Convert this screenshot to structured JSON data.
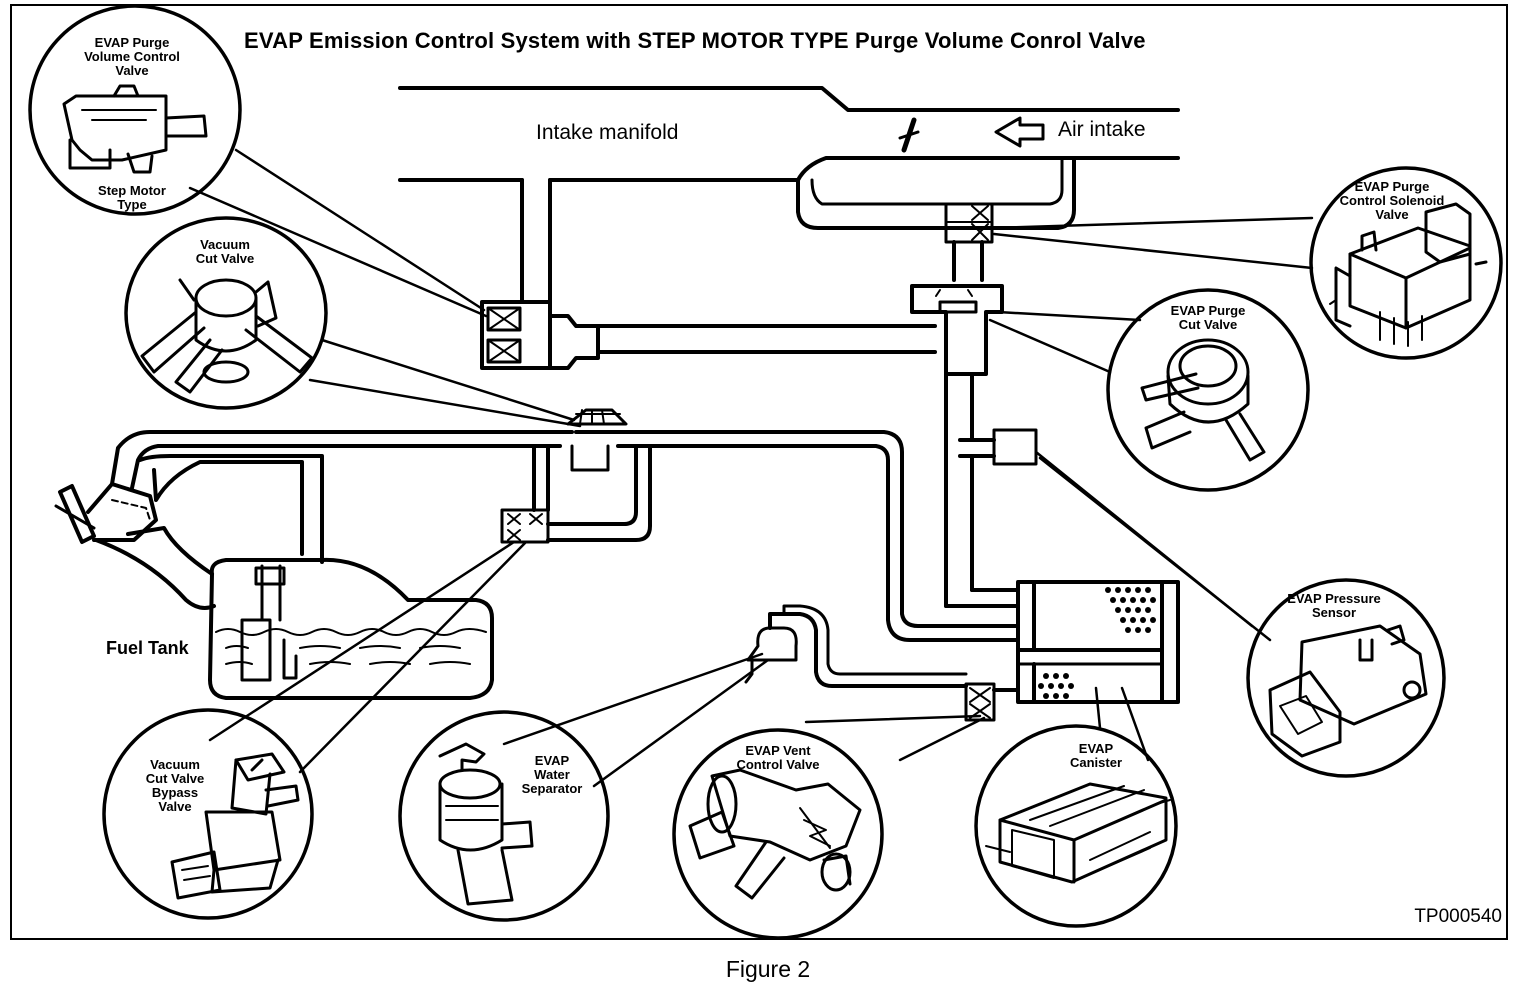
{
  "title": "EVAP Emission Control System with STEP MOTOR TYPE Purge Volume Conrol Valve",
  "labels": {
    "intake_manifold": "Intake manifold",
    "air_intake": "Air intake",
    "fuel_tank": "Fuel Tank",
    "purge_volume_valve": "EVAP Purge\nVolume Control\nValve",
    "step_motor_type": "Step Motor\nType",
    "vacuum_cut_valve": "Vacuum\nCut Valve",
    "purge_solenoid": "EVAP Purge\nControl Solenoid\nValve",
    "purge_cut_valve": "EVAP Purge\nCut Valve",
    "pressure_sensor": "EVAP Pressure\nSensor",
    "bypass_valve": "Vacuum\nCut Valve\nBypass\nValve",
    "water_separator": "EVAP\nWater\nSeparator",
    "vent_control_valve": "EVAP Vent\nControl Valve",
    "canister": "EVAP\nCanister"
  },
  "figure_code": "TP000540",
  "caption": "Figure 2"
}
